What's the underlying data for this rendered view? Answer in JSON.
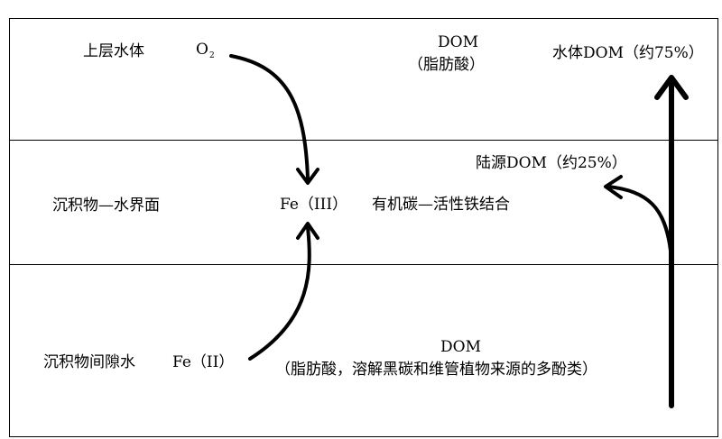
{
  "layers": {
    "upper": "上层水体",
    "interface": "沉积物—水界面",
    "porewater": "沉积物间隙水"
  },
  "species": {
    "o2_base": "O",
    "o2_sub": "2",
    "fe3": "Fe（III）",
    "fe2": "Fe（II）"
  },
  "labels": {
    "dom_top": "DOM",
    "dom_top_sub": "（脂肪酸）",
    "water_dom": "水体DOM（约75%）",
    "terr_dom": "陆源DOM（约25%）",
    "binding": "有机碳—活性铁结合",
    "dom_bottom": "DOM",
    "dom_bottom_sub": "（脂肪酸，溶解黑碳和维管植物来源的多酚类）"
  },
  "colors": {
    "line": "#000000",
    "background": "#ffffff"
  }
}
